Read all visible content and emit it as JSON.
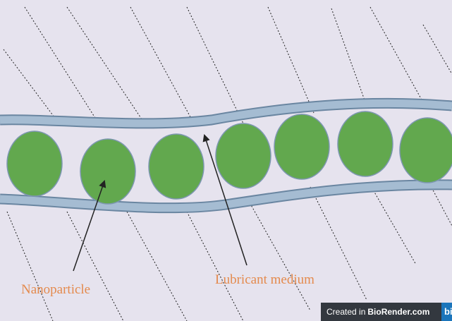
{
  "labels": {
    "nanoparticle": "Nanoparticle",
    "lubricant": "Lubricant medium"
  },
  "credit": {
    "prefix": "Created in",
    "brand": "BioRender.com",
    "logo": "bi"
  },
  "colors": {
    "background": "#e6e3ee",
    "channel_wall": "#a5bcd2",
    "channel_outline": "#6a86a1",
    "particle_fill": "#62a84e",
    "particle_outline": "#7d97b0",
    "label_text": "#e48a4d",
    "arrow": "#222222",
    "hatch": "#222222"
  }
}
